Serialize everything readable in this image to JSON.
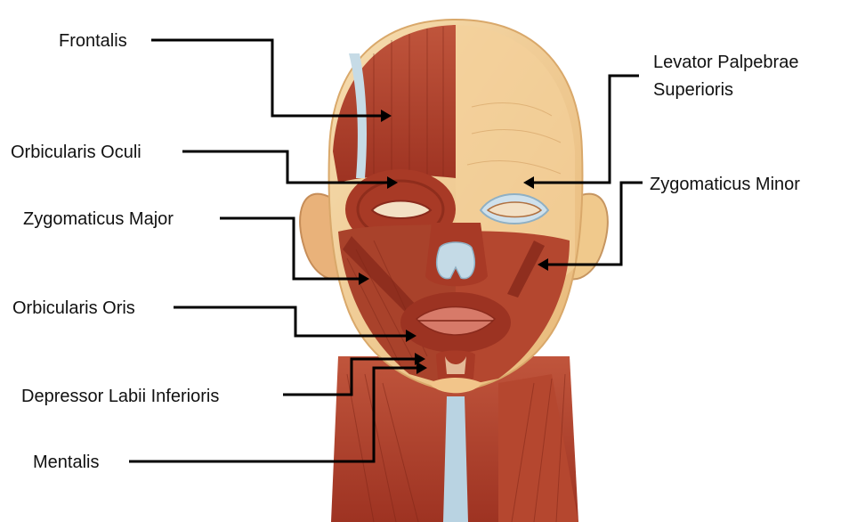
{
  "labels": {
    "frontalis": "Frontalis",
    "orbicularis_oculi": "Orbicularis Oculi",
    "zygomaticus_major": "Zygomaticus Major",
    "orbicularis_oris": "Orbicularis Oris",
    "depressor_labii_inferioris": "Depressor Labii Inferioris",
    "mentalis": "Mentalis",
    "levator_palpebrae_line1": "Levator Palpebrae",
    "levator_palpebrae_line2": "Superioris",
    "zygomaticus_minor": "Zygomaticus Minor"
  },
  "colors": {
    "muscle": "#b0402b",
    "muscle_dark": "#8a2a1c",
    "skin": "#f0c98c",
    "fascia": "#c9dbe6",
    "leader": "#000000"
  }
}
